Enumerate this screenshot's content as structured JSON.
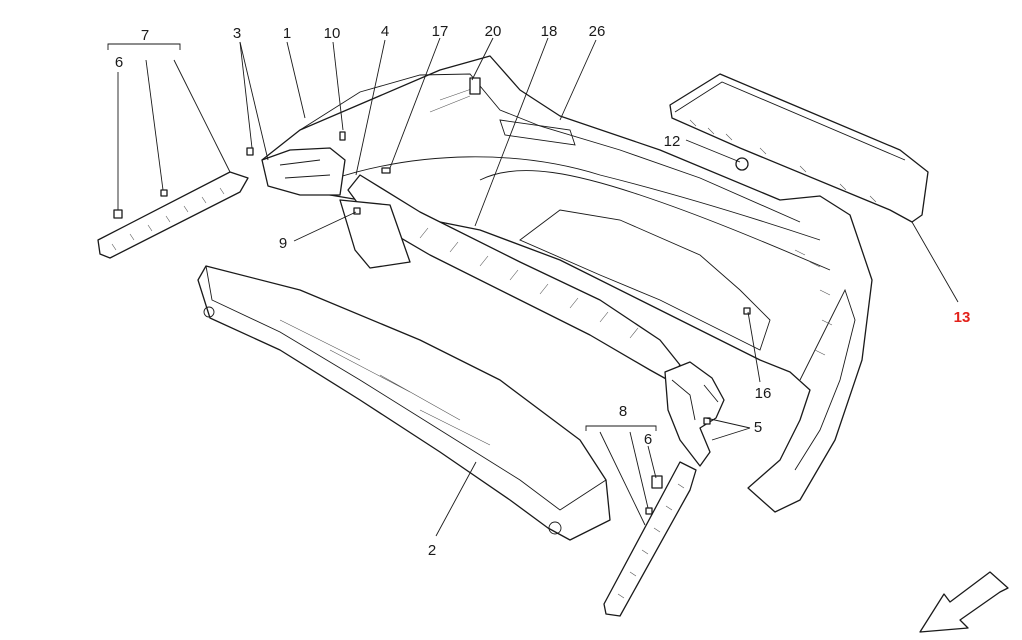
{
  "callouts": [
    {
      "id": "c7",
      "label": "7"
    },
    {
      "id": "c6a",
      "label": "6"
    },
    {
      "id": "c3",
      "label": "3"
    },
    {
      "id": "c1",
      "label": "1"
    },
    {
      "id": "c10",
      "label": "10"
    },
    {
      "id": "c4",
      "label": "4"
    },
    {
      "id": "c17",
      "label": "17"
    },
    {
      "id": "c20",
      "label": "20"
    },
    {
      "id": "c18",
      "label": "18"
    },
    {
      "id": "c26",
      "label": "26"
    },
    {
      "id": "c12",
      "label": "12"
    },
    {
      "id": "c13",
      "label": "13"
    },
    {
      "id": "c9",
      "label": "9"
    },
    {
      "id": "c16",
      "label": "16"
    },
    {
      "id": "c5",
      "label": "5"
    },
    {
      "id": "c8",
      "label": "8"
    },
    {
      "id": "c6b",
      "label": "6"
    },
    {
      "id": "c2",
      "label": "2"
    }
  ],
  "colors": {
    "line": "#1a1a1a",
    "highlight": "#e3221b",
    "background": "#ffffff"
  },
  "icons": {
    "orientation": "direction-arrow-icon"
  }
}
